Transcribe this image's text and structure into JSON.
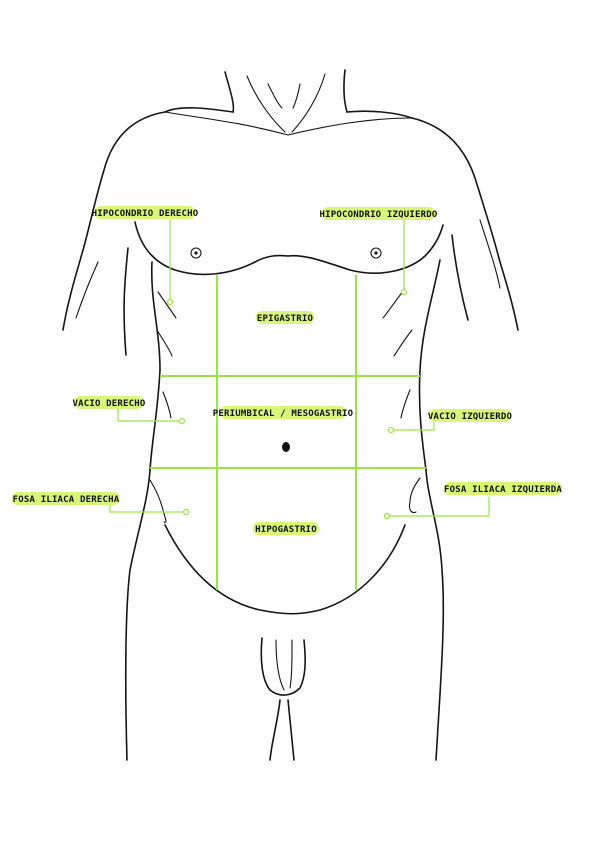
{
  "colors": {
    "accent": "#9ee346",
    "label_highlight": "#d8f77a",
    "outline": "#151515",
    "background": "#ffffff"
  },
  "labels": {
    "hipocondrio_derecho": "HIPOCONDRIO DERECHO",
    "hipocondrio_izquierdo": "HIPOCONDRIO IZQUIERDO",
    "epigastrio": "EPIGASTRIO",
    "vacio_derecho": "VACIO DERECHO",
    "periumbical": "PERIUMBICAL / MESOGASTRIO",
    "vacio_izquierdo": "VACIO IZQUIERDO",
    "fosa_iliaca_derecha": "FOSA ILIACA DERECHA",
    "hipogastrio": "HIPOGASTRIO",
    "fosa_iliaca_izquierda": "FOSA ILIACA IZQUIERDA"
  }
}
